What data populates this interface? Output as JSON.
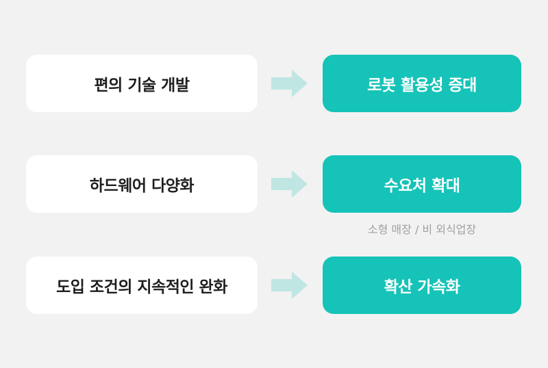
{
  "colors": {
    "background": "#f2f2f2",
    "left_box": "#ffffff",
    "right_box": "#16c3b8",
    "arrow": "#bfe6e3",
    "note_text": "#a0a0a0"
  },
  "rows": [
    {
      "cause": "편의 기술 개발",
      "effect": "로봇 활용성 증대",
      "arrow_icon": "right-arrow-icon"
    },
    {
      "cause": "하드웨어 다양화",
      "effect": "수요처 확대",
      "note": "소형 매장 / 비 외식업장",
      "arrow_icon": "right-arrow-icon"
    },
    {
      "cause": "도입 조건의 지속적인 완화",
      "effect": "확산 가속화",
      "arrow_icon": "right-arrow-icon"
    }
  ]
}
